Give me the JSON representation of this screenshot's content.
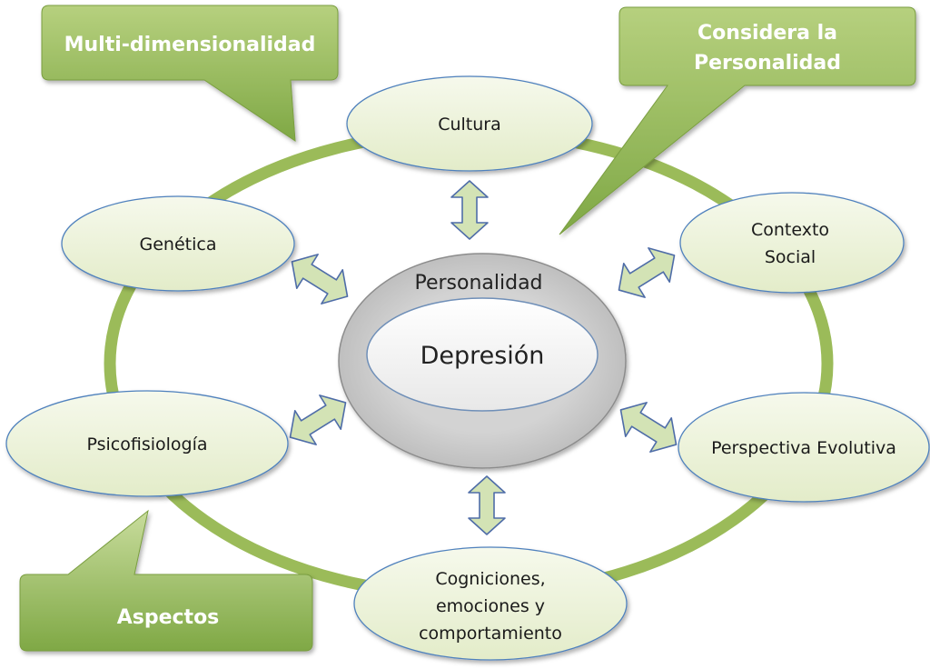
{
  "callouts": {
    "multi": "Multi-dimensionalidad",
    "personalidad_line1": "Considera la",
    "personalidad_line2": "Personalidad",
    "aspectos": "Aspectos"
  },
  "nodes": {
    "cultura": "Cultura",
    "contexto_line1": "Contexto",
    "contexto_line2": "Social",
    "genetica": "Genética",
    "psicofisiologia": "Psicofisiología",
    "perspectiva": "Perspectiva Evolutiva",
    "cogniciones_line1": "Cogniciones,",
    "cogniciones_line2": "emociones y",
    "cogniciones_line3": "comportamiento"
  },
  "center": {
    "outer_label": "Personalidad",
    "inner_label": "Depresión"
  },
  "colors": {
    "ring": "#9bbb59",
    "callout_fill": "#8db350",
    "node_fill": "#edf3dc",
    "node_stroke": "#4f81bd",
    "outer_gray": "#cfcfcf",
    "inner_fill": "#f2f2f2",
    "arrow_fill": "#d3e3b5"
  }
}
